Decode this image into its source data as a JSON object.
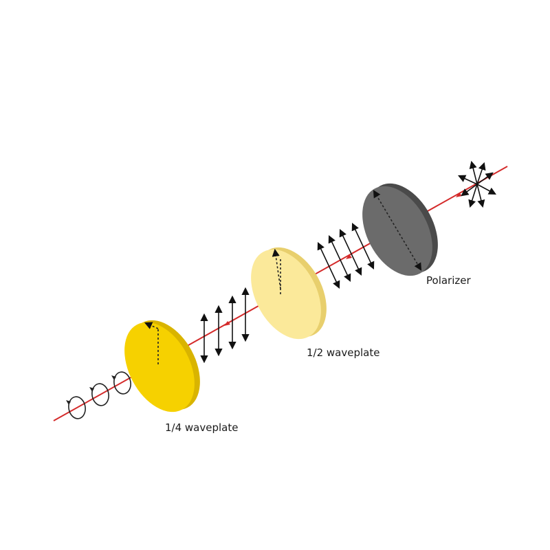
{
  "labels": {
    "quarter_waveplate": "1/4 waveplate",
    "half_waveplate": "1/2 waveplate",
    "polarizer": "Polarizer"
  },
  "colors": {
    "beam": "#d42a2a",
    "quarter_waveplate_face": "#f6d100",
    "quarter_waveplate_edge": "#d9b400",
    "half_waveplate_face": "#fbe99a",
    "half_waveplate_edge": "#e8cf6d",
    "polarizer_face": "#6b6b6b",
    "polarizer_edge": "#4a4a4a"
  }
}
